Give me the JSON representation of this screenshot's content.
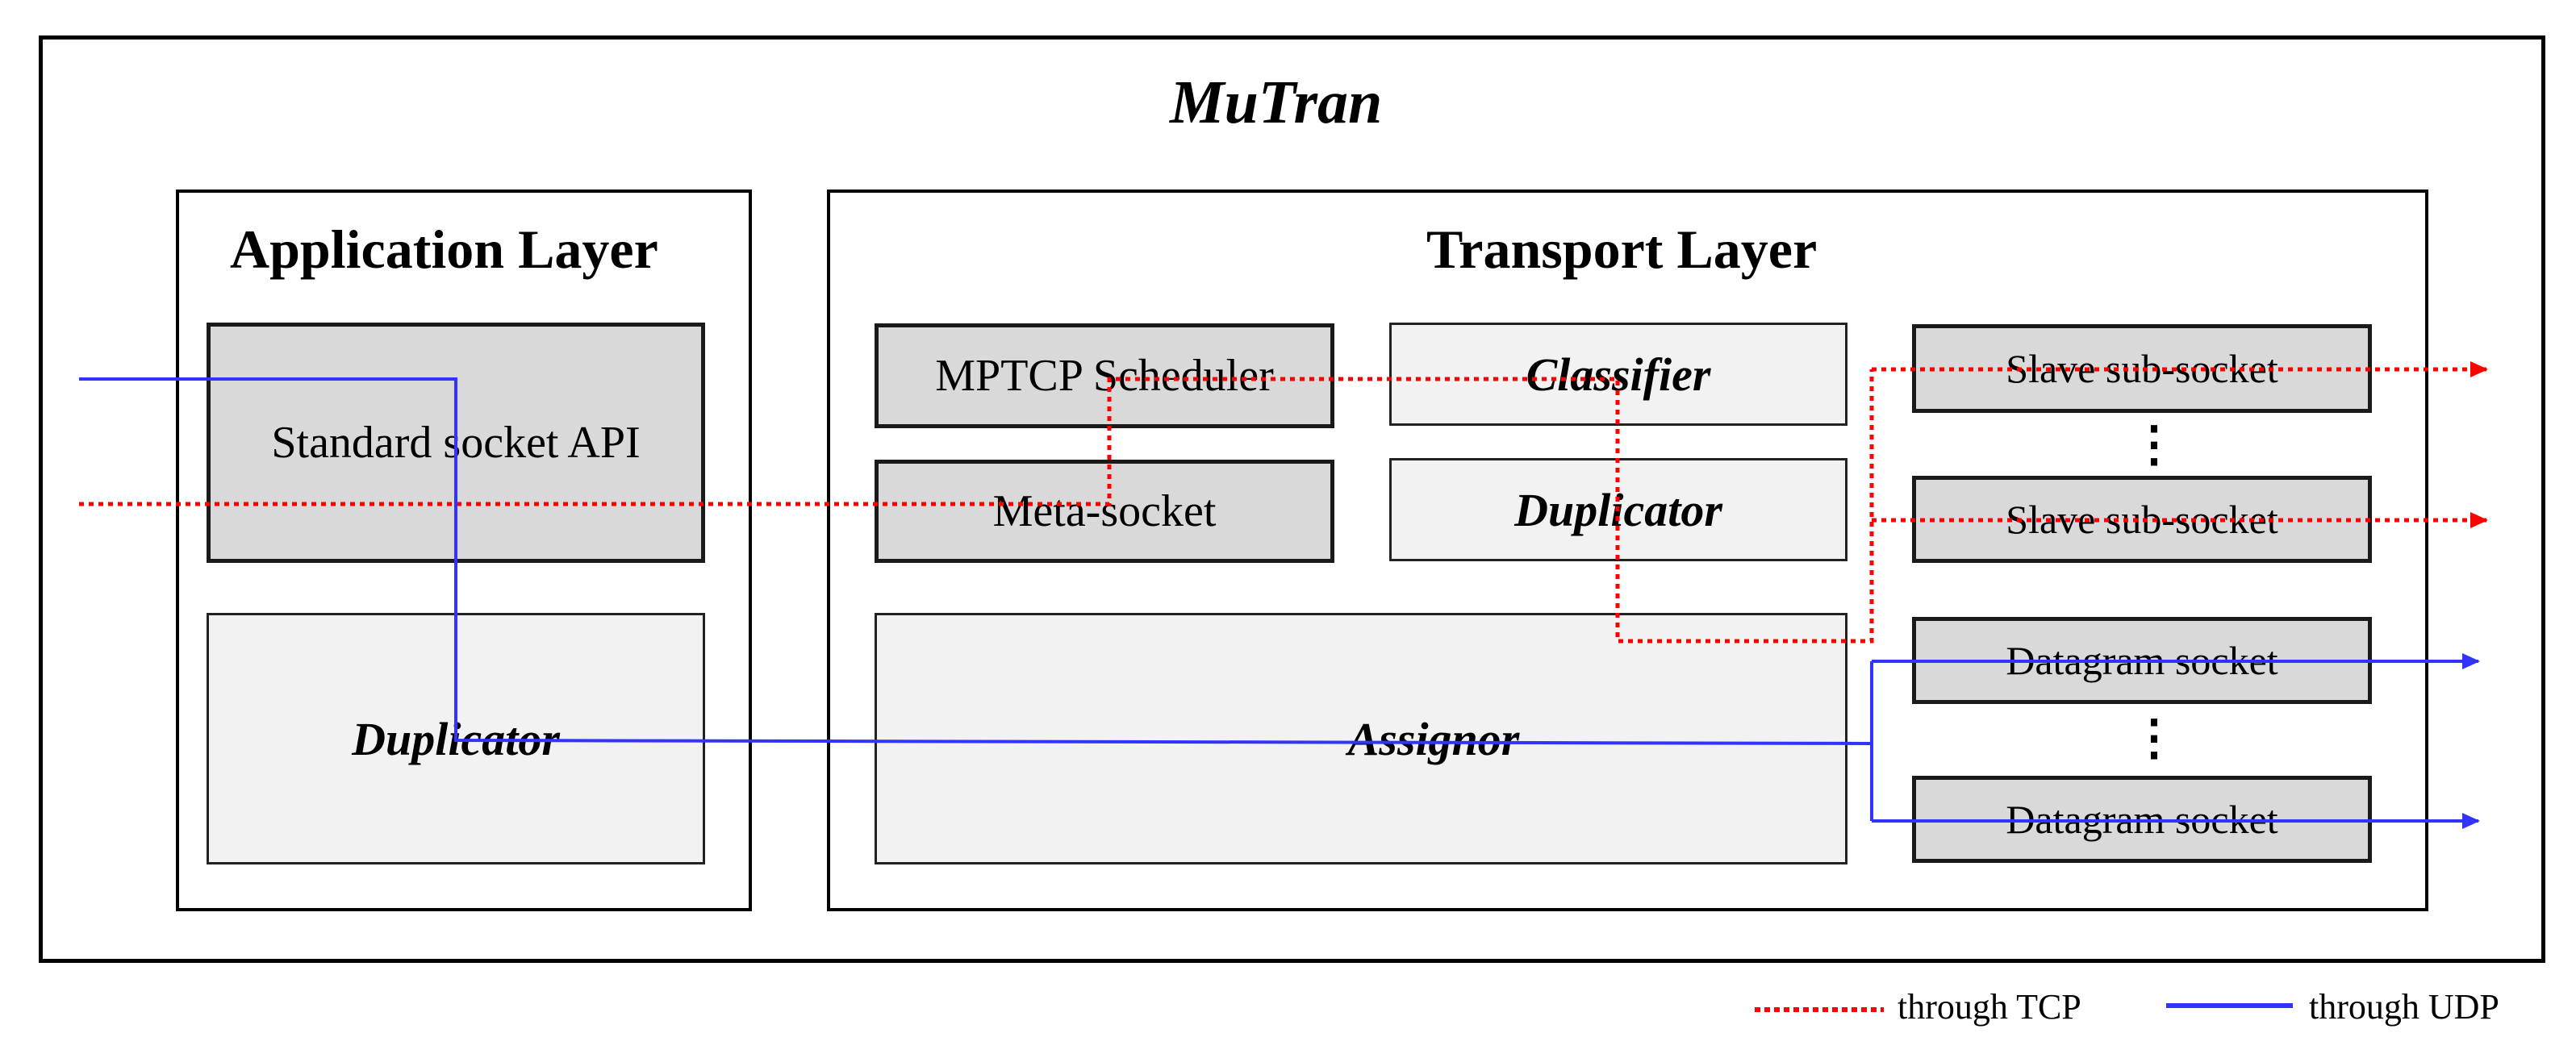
{
  "title": "MuTran",
  "application_layer": {
    "title": "Application Layer",
    "socket_api": "Standard socket API",
    "duplicator": "Duplicator"
  },
  "transport_layer": {
    "title": "Transport Layer",
    "mptcp_scheduler": "MPTCP Scheduler",
    "meta_socket": "Meta-socket",
    "classifier": "Classifier",
    "duplicator": "Duplicator",
    "assignor": "Assignor",
    "slave_sockets": [
      "Slave sub-socket",
      "Slave sub-socket"
    ],
    "datagram_sockets": [
      "Datagram socket",
      "Datagram socket"
    ],
    "ellipsis": "⋮"
  },
  "legend": {
    "tcp": "through TCP",
    "udp": "through UDP"
  },
  "colors": {
    "tcp": "#ff0000",
    "udp": "#3333ff",
    "dark_box": "#d9d9d9",
    "light_box": "#f2f2f2"
  }
}
